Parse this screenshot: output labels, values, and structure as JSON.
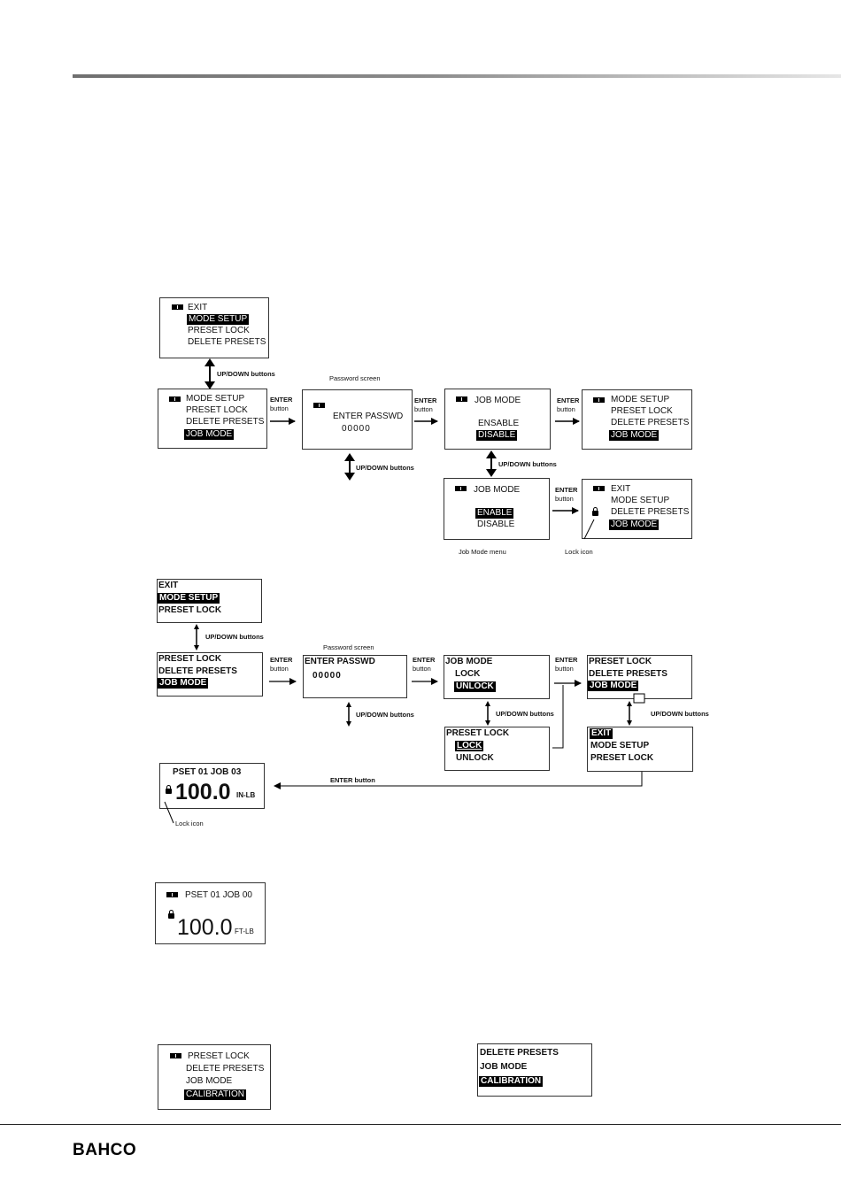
{
  "brand": "BAHCO",
  "labels": {
    "up_down": "UP/DOWN buttons",
    "enter": "ENTER",
    "button": "button",
    "password_screen": "Password screen",
    "job_mode_menu": "Job Mode menu",
    "lock_icon": "Lock icon",
    "enter_button": "ENTER button",
    "lock_icon_2": "Lock icon"
  },
  "d1": {
    "s1": [
      "EXIT",
      "MODE SETUP",
      "PRESET LOCK",
      "DELETE PRESETS"
    ],
    "s2": [
      "MODE SETUP",
      "PRESET LOCK",
      "DELETE PRESETS",
      "JOB MODE"
    ],
    "s3": {
      "title": "ENTER PASSWD",
      "value": "00000"
    },
    "s4": {
      "title": "JOB MODE",
      "opt1": "ENSABLE",
      "opt2": "DISABLE"
    },
    "s5": [
      "MODE SETUP",
      "PRESET LOCK",
      "DELETE PRESETS",
      "JOB MODE"
    ],
    "s6": {
      "title": "JOB MODE",
      "opt1": "ENABLE",
      "opt2": "DISABLE"
    },
    "s7": [
      "EXIT",
      "MODE SETUP",
      "DELETE PRESETS",
      "JOB MODE"
    ]
  },
  "d2": {
    "s1": [
      "EXIT",
      "MODE SETUP",
      "PRESET LOCK"
    ],
    "s2": [
      "PRESET LOCK",
      "DELETE PRESETS",
      "JOB MODE"
    ],
    "s3": {
      "title": "ENTER PASSWD",
      "value": "00000"
    },
    "s4": {
      "title": "JOB MODE",
      "opt1": "LOCK",
      "opt2": "UNLOCK"
    },
    "s5": [
      "PRESET LOCK",
      "DELETE PRESETS",
      "JOB MODE"
    ],
    "s6": {
      "title": "PRESET LOCK",
      "opt1": "LOCK",
      "opt2": "UNLOCK"
    },
    "s7": [
      "EXIT",
      "MODE SETUP",
      "PRESET LOCK"
    ],
    "s8": {
      "header": "PSET 01  JOB   03",
      "value": "100.0",
      "unit": "IN-LB"
    }
  },
  "d3": {
    "header": "PSET 01  JOB 00",
    "value": "100.0",
    "unit": "FT-LB"
  },
  "d4": {
    "s1": [
      "PRESET LOCK",
      "DELETE PRESETS",
      "JOB MODE",
      "CALIBRATION"
    ],
    "s2": [
      "DELETE PRESETS",
      "JOB MODE",
      "CALIBRATION"
    ]
  }
}
